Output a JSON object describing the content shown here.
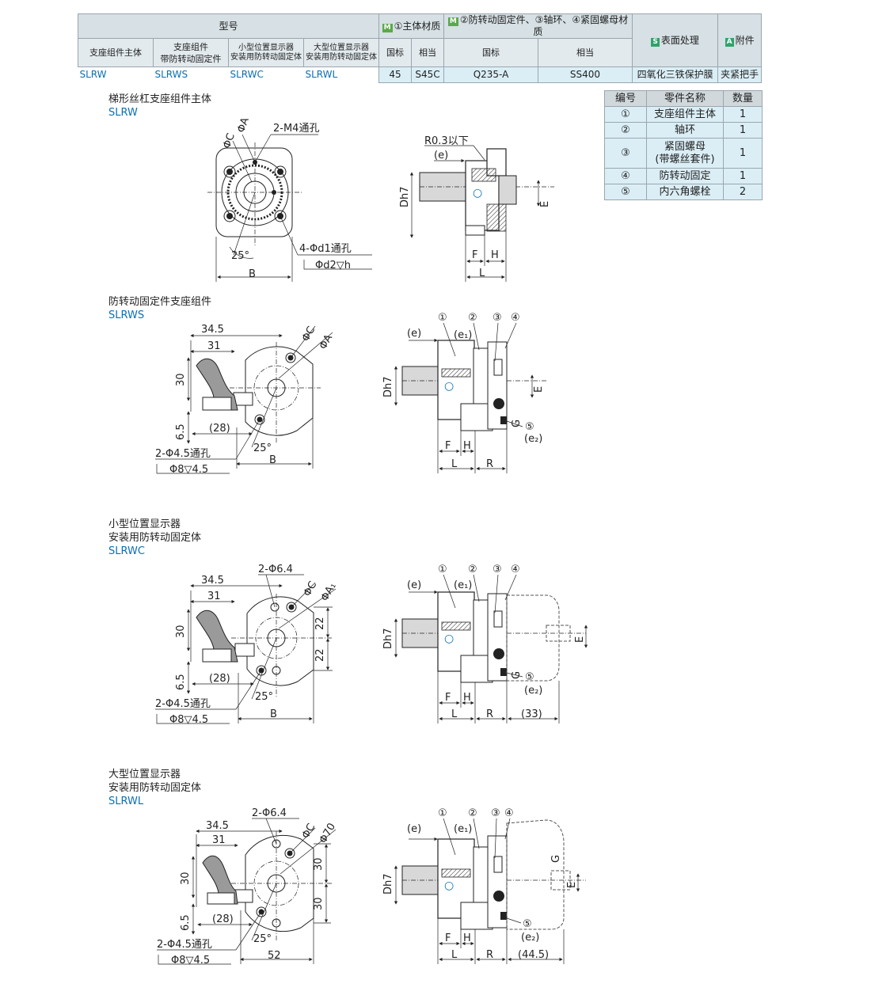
{
  "spec_table": {
    "model_header": "型号",
    "m1_tag": "M",
    "m1_header": "①主体材质",
    "m2_tag": "M",
    "m2_header": "②防转动固定件、③轴环、④紧固螺母材质",
    "s_tag": "S",
    "s_header": "表面处理",
    "a_tag": "A",
    "a_header": "附件",
    "sub": {
      "col1": "支座组件主体",
      "col2": [
        "支座组件",
        "带防转动固定件"
      ],
      "col3": [
        "小型位置显示器",
        "安装用防转动固定体"
      ],
      "col4": [
        "大型位置显示器",
        "安装用防转动固定体"
      ],
      "gb1": "国标",
      "eq1": "相当",
      "gb2": "国标",
      "eq2": "相当"
    },
    "row": {
      "m1": "SLRW",
      "m2": "SLRWS",
      "m3": "SLRWC",
      "m4": "SLRWL",
      "gb1": "45",
      "eq1": "S45C",
      "gb2": "Q235-A",
      "eq2": "SS400",
      "surface": "四氧化三铁保护膜",
      "accessory": "夹紧把手"
    }
  },
  "parts_table": {
    "headers": [
      "编号",
      "零件名称",
      "数量"
    ],
    "rows": [
      {
        "no": "①",
        "name": "支座组件主体",
        "qty": "1"
      },
      {
        "no": "②",
        "name": "轴环",
        "qty": "1"
      },
      {
        "no": "③",
        "name": "紧固螺母",
        "name2": "(带螺丝套件)",
        "qty": "1"
      },
      {
        "no": "④",
        "name": "防转动固定",
        "qty": "1"
      },
      {
        "no": "⑤",
        "name": "内六角螺栓",
        "qty": "2"
      }
    ]
  },
  "sections": [
    {
      "title": "梯形丝杠支座组件主体",
      "code": "SLRW"
    },
    {
      "title": "防转动固定件支座组件",
      "code": "SLRWS"
    },
    {
      "title": "小型位置显示器",
      "title2": "安装用防转动固定体",
      "code": "SLRWC"
    },
    {
      "title": "大型位置显示器",
      "title2": "安装用防转动固定体",
      "code": "SLRWL"
    }
  ],
  "dims": {
    "phiA": "ΦA",
    "phiC": "ΦC",
    "phiA1": "ΦA₁",
    "phi70": "Φ70",
    "m4": "2-M4通孔",
    "d1": "4-Φd1通孔",
    "d2": "Φd2▽h",
    "ang": "25°",
    "B": "B",
    "b52": "52",
    "r03": "R0.3以下",
    "e": "(e)",
    "e1": "(e₁)",
    "e2": "(e₂)",
    "Dh7": "Dh7",
    "E": "E",
    "F": "F",
    "H": "H",
    "L": "L",
    "R": "R",
    "G": "G",
    "d345": "34.5",
    "d31": "31",
    "d30": "30",
    "d65": "6.5",
    "d28": "(28)",
    "hole45": "2-Φ4.5通孔",
    "cb": "Φ8▽4.5",
    "phi64": "2-Φ6.4",
    "d22": "22",
    "d33": "(33)",
    "d445": "(44.5)",
    "c1": "①",
    "c2": "②",
    "c3": "③",
    "c4": "④",
    "c5": "⑤"
  }
}
